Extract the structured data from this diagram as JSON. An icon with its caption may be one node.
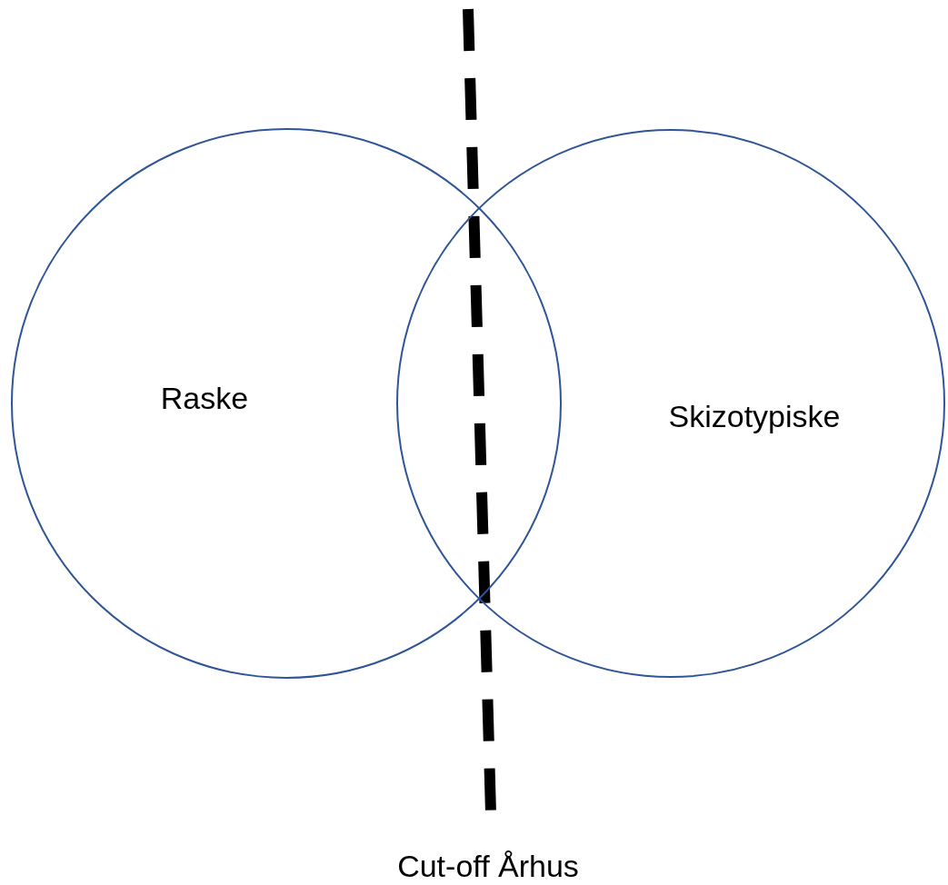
{
  "diagram": {
    "nodes": [
      {
        "text": [
          "Raske"
        ]
      },
      {
        "text": [
          "Skizotypiske"
        ]
      }
    ],
    "labels": [
      "Cut-off Århus"
    ]
  }
}
